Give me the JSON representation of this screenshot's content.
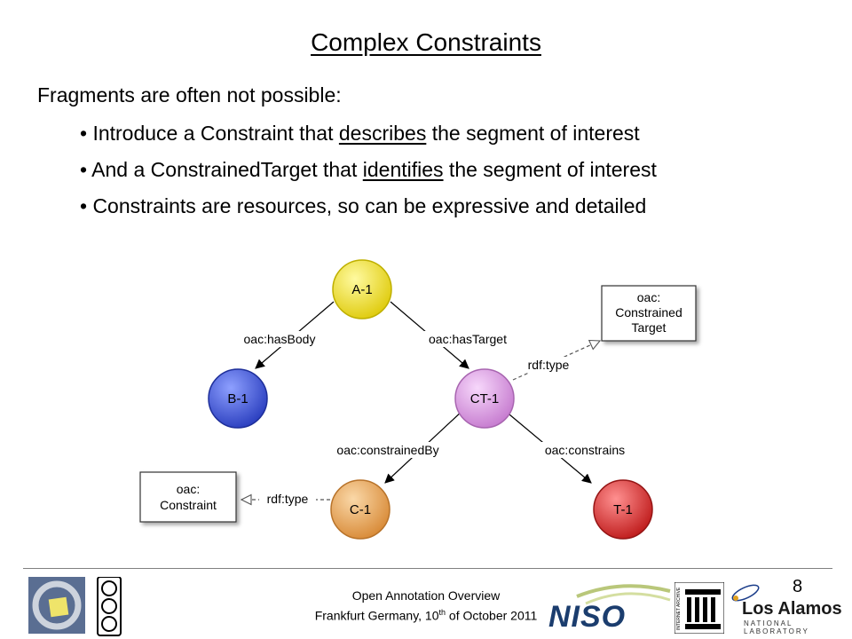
{
  "slide": {
    "title": "Complex Constraints",
    "intro": "Fragments are often not possible:",
    "bullets": [
      {
        "prefix": "• Introduce a Constraint that ",
        "keyword": "describes",
        "suffix": " the segment of interest"
      },
      {
        "prefix": "• And a ConstrainedTarget that ",
        "keyword": "identifies",
        "suffix": " the segment of interest"
      },
      {
        "prefix": "• Constraints are resources, so can be expressive and detailed",
        "keyword": "",
        "suffix": ""
      }
    ]
  },
  "diagram": {
    "nodes": {
      "a1": {
        "label": "A-1",
        "color": "#f2e022"
      },
      "b1": {
        "label": "B-1",
        "color": "#3d57d6"
      },
      "ct1": {
        "label": "CT-1",
        "color": "#d99ae0"
      },
      "c1": {
        "label": "C-1",
        "color": "#e8a85a"
      },
      "t1": {
        "label": "T-1",
        "color": "#d93030"
      }
    },
    "boxes": {
      "constrained_target": {
        "line1": "oac:",
        "line2": "Constrained",
        "line3": "Target"
      },
      "constraint": {
        "line1": "oac:",
        "line2": "Constraint"
      }
    },
    "edges": {
      "has_body": "oac:hasBody",
      "has_target": "oac:hasTarget",
      "rdf_type_top": "rdf:type",
      "constrained_by": "oac:constrainedBy",
      "constrains": "oac:constrains",
      "rdf_type_bottom": "rdf:type"
    }
  },
  "footer": {
    "line1": "Open Annotation Overview",
    "line2_prefix": "Frankfurt Germany, 10",
    "line2_sup": "th",
    "line2_suffix": " of October 2011",
    "page_number": "8",
    "logos": {
      "niso": "NISO",
      "internet_archive": "INTERNET ARCHIVE",
      "lanl_main": "Los Alamos",
      "lanl_sub": "NATIONAL LABORATORY"
    }
  }
}
